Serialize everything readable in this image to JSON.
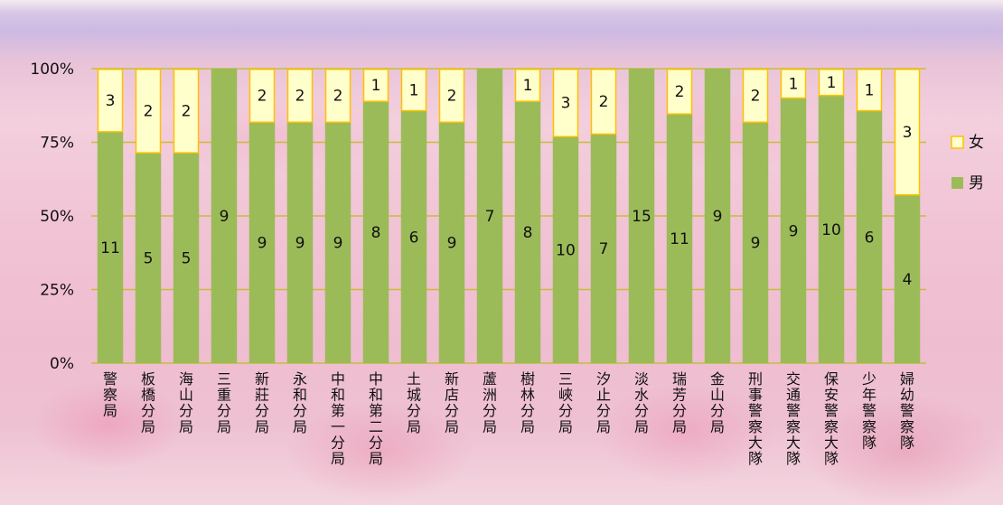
{
  "chart_data": {
    "type": "bar",
    "stacked": "percent",
    "categories": [
      "警察局",
      "板橋分局",
      "海山分局",
      "三重分局",
      "新莊分局",
      "永和分局",
      "中和第一分局",
      "中和第二分局",
      "土城分局",
      "新店分局",
      "蘆洲分局",
      "樹林分局",
      "三峽分局",
      "汐止分局",
      "淡水分局",
      "瑞芳分局",
      "金山分局",
      "刑事警察大隊",
      "交通警察大隊",
      "保安警察大隊",
      "少年警察隊",
      "婦幼警察隊"
    ],
    "series": [
      {
        "name": "男",
        "color": "#9bbb59",
        "values": [
          11,
          5,
          5,
          9,
          9,
          9,
          9,
          8,
          6,
          9,
          7,
          8,
          10,
          7,
          15,
          11,
          9,
          9,
          9,
          10,
          6,
          4
        ]
      },
      {
        "name": "女",
        "color": "#ffffcc",
        "border": "#ffc000",
        "values": [
          3,
          2,
          2,
          0,
          2,
          2,
          2,
          1,
          1,
          2,
          0,
          1,
          3,
          2,
          0,
          2,
          0,
          2,
          1,
          1,
          1,
          3
        ]
      }
    ],
    "yticks": [
      "0%",
      "25%",
      "50%",
      "75%",
      "100%"
    ],
    "ylim": [
      0,
      100
    ],
    "grid": true,
    "grid_color": "#c4bd3a",
    "legend": {
      "position": "right",
      "items": [
        "女",
        "男"
      ]
    }
  }
}
